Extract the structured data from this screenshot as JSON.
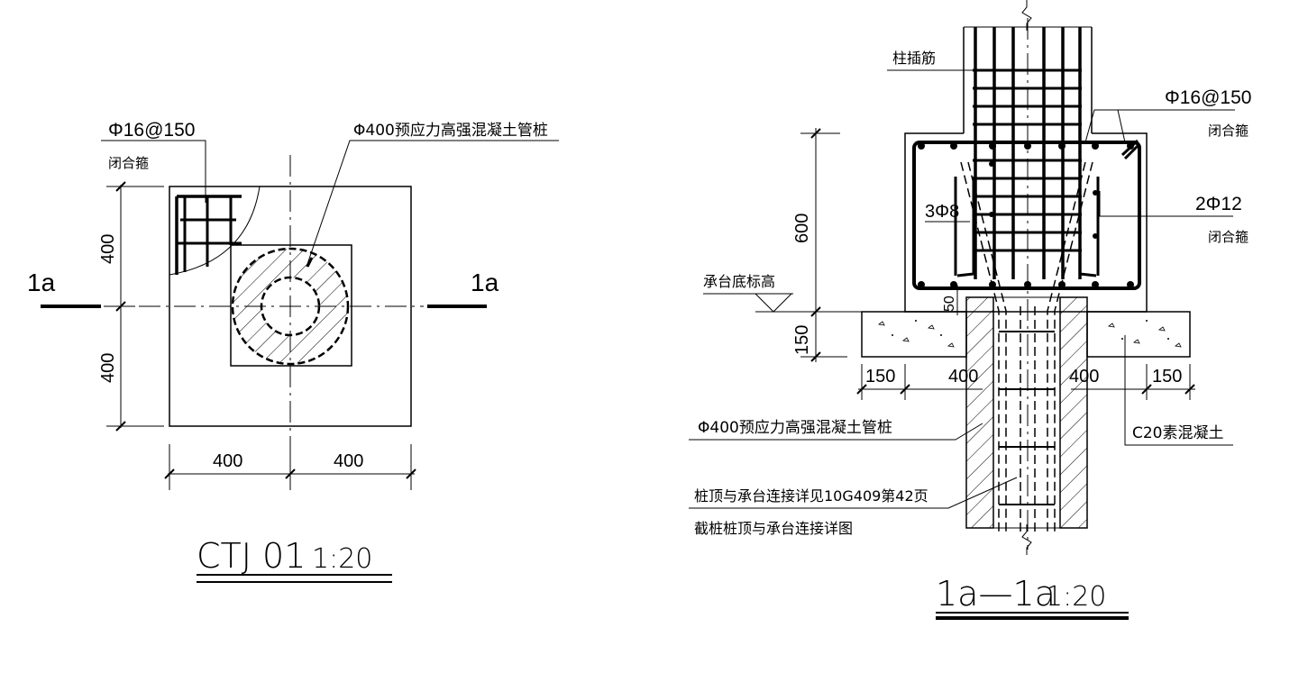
{
  "plan": {
    "callout_rebar": "Φ16@150",
    "callout_stirrup": "闭合箍",
    "callout_pile": "Φ400预应力高强混凝土管桩",
    "dim_top": "400",
    "dim_bottom": "400",
    "dim_left": "400",
    "dim_right": "400",
    "section_left": "1a",
    "section_right": "1a",
    "title": "CTJ 01",
    "scale": "1:20"
  },
  "section": {
    "label_column_bars": "柱插筋",
    "label_rebar_right": "Φ16@150",
    "label_stirrup_right": "闭合箍",
    "label_inner_bars": "3Φ8",
    "label_bars_right": "2Φ12",
    "label_stirrup_right2": "闭合箍",
    "label_cap_elevation": "承台底标高",
    "dim_height": "600",
    "dim_cover": "50",
    "dim_bed": "150",
    "dim_b1": "150",
    "dim_b2": "400",
    "dim_b3": "400",
    "dim_b4": "150",
    "label_pile": "Φ400预应力高强混凝土管桩",
    "label_concrete": "C20素混凝土",
    "label_connection": "桩顶与承台连接详见10G409第42页",
    "label_detail": "截桩桩顶与承台连接详图",
    "title": "1a—1a",
    "scale": "1:20"
  }
}
